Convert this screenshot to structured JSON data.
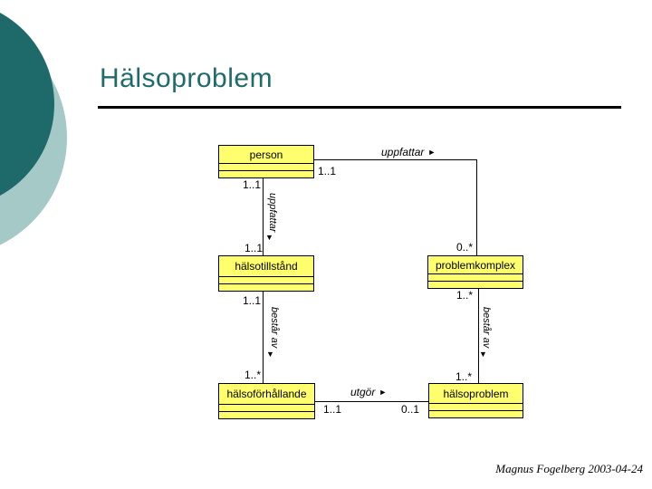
{
  "slide": {
    "title": "Hälsoproblem",
    "footer": "Magnus Fogelberg 2003-04-24"
  },
  "colors": {
    "title_color": "#1F6A6A",
    "circle_dark": "#1E6A6A",
    "circle_light": "#A5C9C6",
    "class_fill": "#FFFF6E",
    "line": "#000000"
  },
  "diagram": {
    "classes": [
      {
        "name": "person"
      },
      {
        "name": "hälsotillstånd"
      },
      {
        "name": "problemkomplex"
      },
      {
        "name": "hälsoförhållande"
      },
      {
        "name": "hälsoproblem"
      }
    ],
    "associations": [
      {
        "name": "uppfattar",
        "direction_arrow": "►",
        "from_class": "person",
        "to_class": "problemkomplex",
        "from_multiplicity": "1..1",
        "to_multiplicity": "0..*"
      },
      {
        "name": "uppfattar",
        "direction_arrow": "▼",
        "from_class": "person",
        "to_class": "hälsotillstånd",
        "from_multiplicity": "1..1",
        "to_multiplicity": "1..1"
      },
      {
        "name": "består av",
        "direction_arrow": "▼",
        "from_class": "hälsotillstånd",
        "to_class": "hälsoförhållande",
        "from_multiplicity": "1..1",
        "to_multiplicity": "1..*"
      },
      {
        "name": "består av",
        "direction_arrow": "▼",
        "from_class": "problemkomplex",
        "to_class": "hälsoproblem",
        "from_multiplicity": "1..*",
        "to_multiplicity": "1..*"
      },
      {
        "name": "utgör",
        "direction_arrow": "►",
        "from_class": "hälsoförhållande",
        "to_class": "hälsoproblem",
        "from_multiplicity": "1..1",
        "to_multiplicity": "0..1"
      }
    ]
  }
}
